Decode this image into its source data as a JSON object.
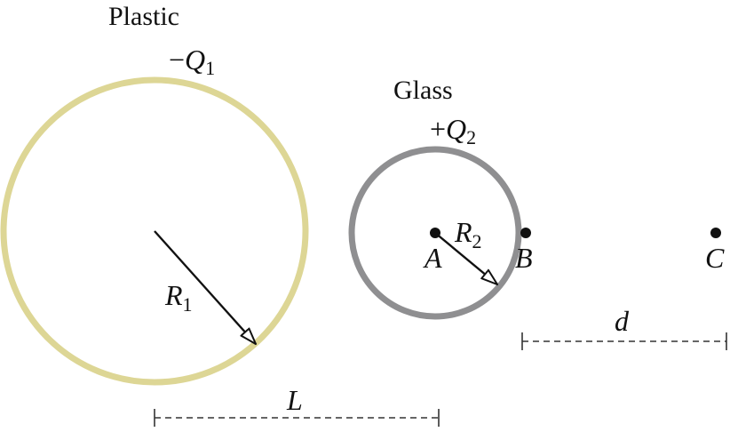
{
  "spheres": {
    "plastic": {
      "name": "Plastic",
      "charge_sign": "−",
      "charge_symbol": "Q",
      "charge_sub": "1",
      "radius_symbol": "R",
      "radius_sub": "1",
      "color": "#ddd695"
    },
    "glass": {
      "name": "Glass",
      "charge_sign": "+",
      "charge_symbol": "Q",
      "charge_sub": "2",
      "radius_symbol": "R",
      "radius_sub": "2",
      "color": "#8f8f91"
    }
  },
  "points": {
    "a": "A",
    "b": "B",
    "c": "C"
  },
  "distances": {
    "l": "L",
    "d": "d"
  },
  "colors": {
    "ink": "#111111"
  }
}
